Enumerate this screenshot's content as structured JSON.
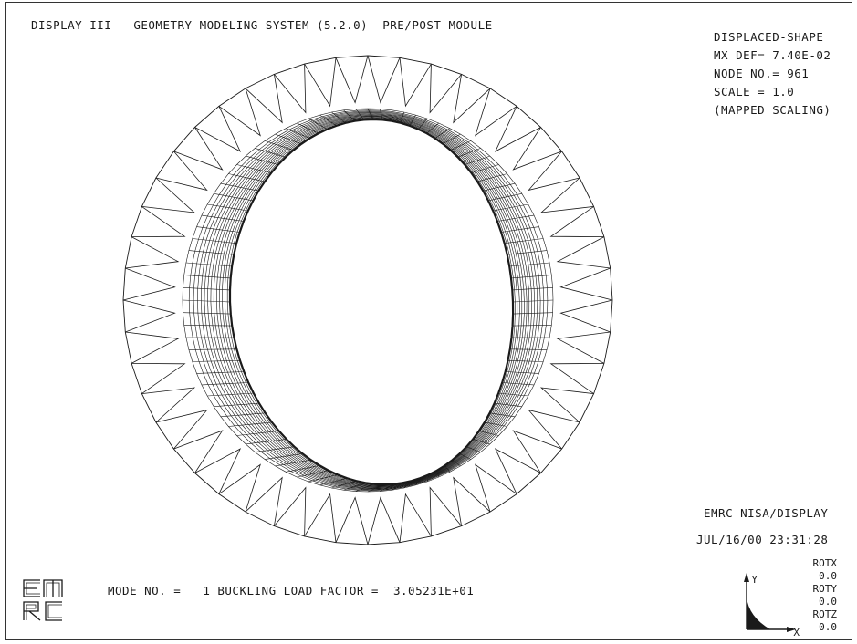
{
  "header": {
    "title": "DISPLAY III - GEOMETRY MODELING SYSTEM (5.2.0)  PRE/POST MODULE"
  },
  "info": {
    "line1": "DISPLACED-SHAPE",
    "line2": "MX DEF= 7.40E-02",
    "line3": "NODE NO.= 961",
    "line4": "SCALE = 1.0",
    "line5": "(MAPPED SCALING)"
  },
  "brand": {
    "name": "EMRC-NISA/DISPLAY",
    "timestamp": "JUL/16/00 23:31:28"
  },
  "logo": {
    "top": "EM",
    "bottom": "RC"
  },
  "footer": {
    "mode_text": "MODE NO. =   1 BUCKLING LOAD FACTOR =  3.05231E+01"
  },
  "triad": {
    "y_label": "Y",
    "x_label": "X",
    "rotx_label": "ROTX",
    "rotx_value": "0.0",
    "roty_label": "ROTY",
    "roty_value": "0.0",
    "rotz_label": "ROTZ",
    "rotz_value": "0.0"
  },
  "colors": {
    "ink": "#1a1a1a",
    "background": "#ffffff"
  },
  "icons": {
    "logo": "emrc-logo-icon",
    "axis": "axis-triad-icon"
  }
}
